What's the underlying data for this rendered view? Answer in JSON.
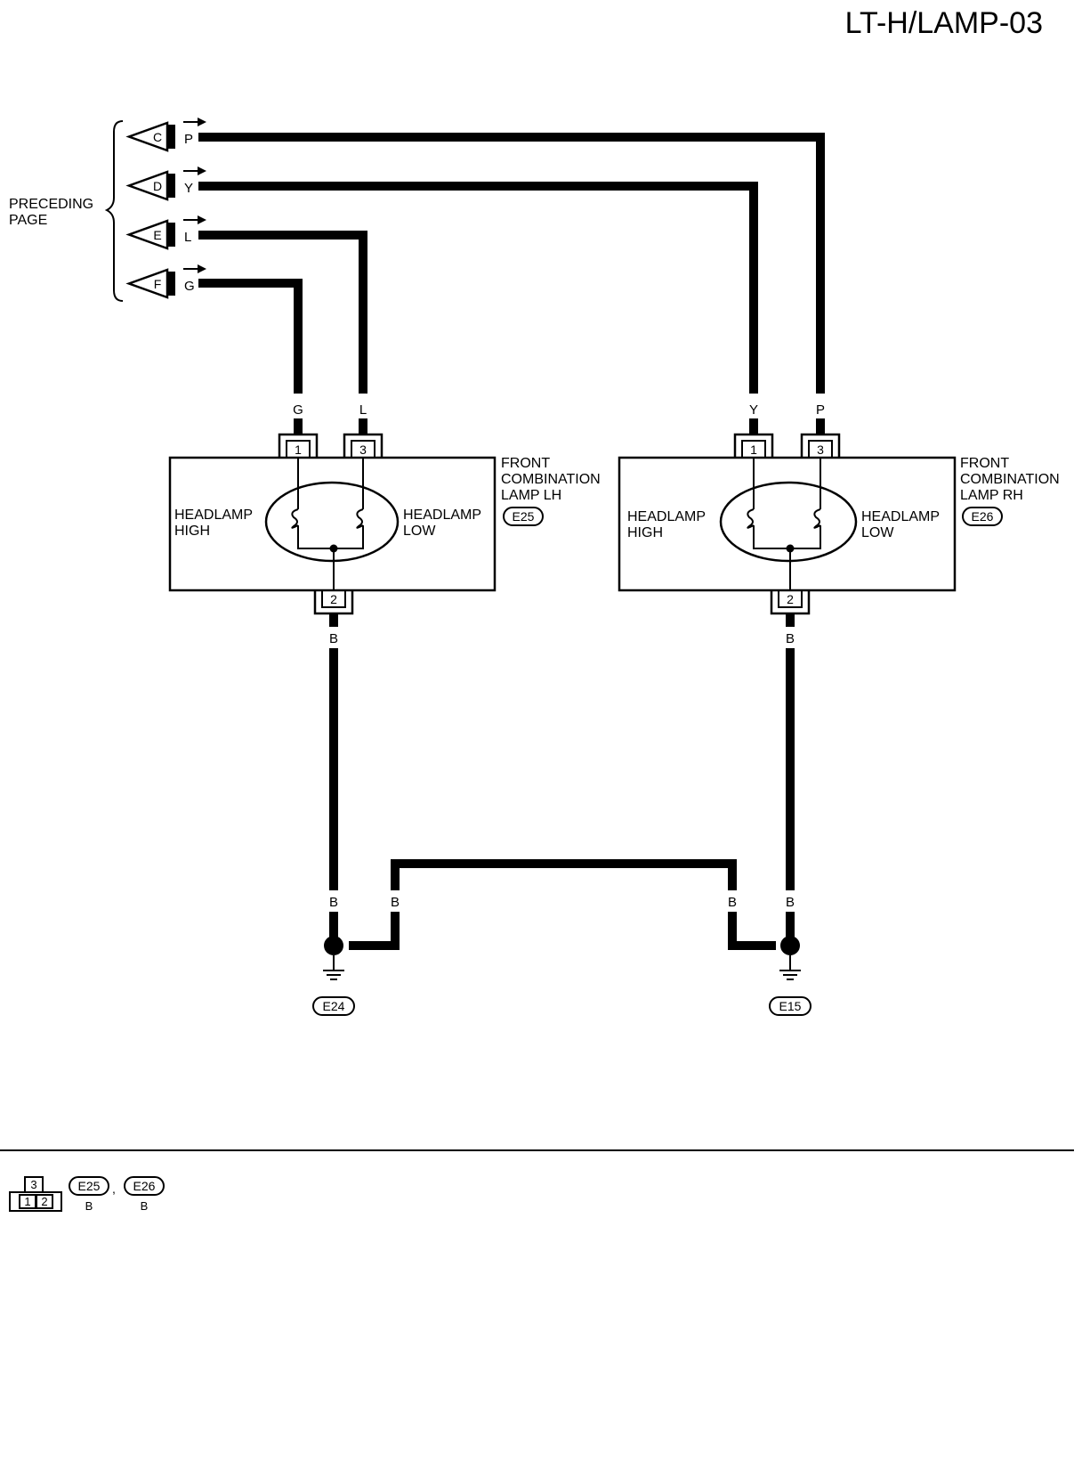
{
  "page_title": "LT-H/LAMP-03",
  "preceding_page": {
    "label_line1": "PRECEDING",
    "label_line2": "PAGE",
    "connectors": [
      {
        "letter": "C",
        "color_code": "P"
      },
      {
        "letter": "D",
        "color_code": "Y"
      },
      {
        "letter": "E",
        "color_code": "L"
      },
      {
        "letter": "F",
        "color_code": "G"
      }
    ]
  },
  "lamp_lh": {
    "name_lines": [
      "FRONT",
      "COMBINATION",
      "LAMP LH"
    ],
    "connector": "E25",
    "high_lines": [
      "HEADLAMP",
      "HIGH"
    ],
    "low_lines": [
      "HEADLAMP",
      "LOW"
    ],
    "pin_high": "1",
    "pin_low": "3",
    "pin_ground": "2",
    "wire_high": "G",
    "wire_low": "L",
    "wire_ground": "B"
  },
  "lamp_rh": {
    "name_lines": [
      "FRONT",
      "COMBINATION",
      "LAMP RH"
    ],
    "connector": "E26",
    "high_lines": [
      "HEADLAMP",
      "HIGH"
    ],
    "low_lines": [
      "HEADLAMP",
      "LOW"
    ],
    "pin_high": "1",
    "pin_low": "3",
    "pin_ground": "2",
    "wire_high": "Y",
    "wire_low": "P",
    "wire_ground": "B"
  },
  "ground_wires": [
    "B",
    "B",
    "B",
    "B"
  ],
  "grounds": [
    "E24",
    "E15"
  ],
  "legend": {
    "pins_top": "3",
    "pins_bottom": [
      "1",
      "2"
    ],
    "connectors": [
      {
        "id": "E25",
        "color": "B"
      },
      {
        "id": "E26",
        "color": "B"
      }
    ],
    "separator": ","
  }
}
